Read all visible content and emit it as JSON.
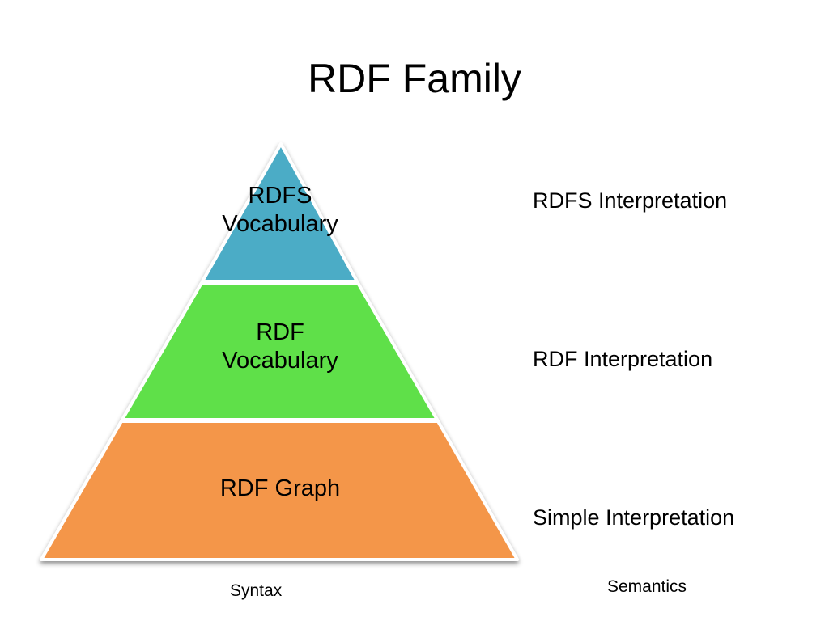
{
  "slide": {
    "title": "RDF Family",
    "layers": [
      {
        "line1": "RDFS",
        "line2": "Vocabulary",
        "color": "#4BACC6"
      },
      {
        "line1": "RDF",
        "line2": "Vocabulary",
        "color": "#5EE04A"
      },
      {
        "line1": "RDF Graph",
        "color": "#F4964A"
      }
    ],
    "interpretations": [
      "RDFS Interpretation",
      "RDF Interpretation",
      "Simple Interpretation"
    ],
    "footer": {
      "syntax": "Syntax",
      "semantics": "Semantics"
    }
  }
}
